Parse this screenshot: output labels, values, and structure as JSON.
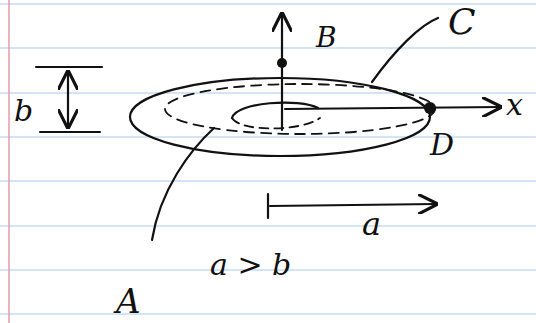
{
  "diagram": {
    "labels": [
      "B",
      "C",
      "b",
      "x",
      "D",
      "a",
      "a > b",
      "A"
    ]
  }
}
